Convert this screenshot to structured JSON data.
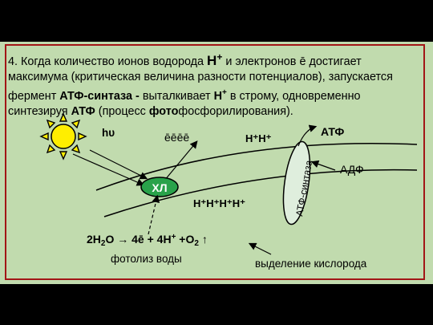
{
  "text": {
    "p_a": "4. Когда количество ионов водорода ",
    "p_h_sym": "Н",
    "p_h_sup": "+",
    "p_b": " и электронов ē достигает максимума (критическая величина разности потенциалов), запускается фермент ",
    "p_atp_synthase": "АТФ-синтаза - ",
    "p_c": "выталкивает ",
    "p_hp": "Н",
    "p_hp_sup": "+",
    "p_d": " в строму, одновременно синтезируя ",
    "p_atp": "АТФ",
    "p_e": " (процесс ",
    "p_foto": "фото",
    "p_f": "фосфорилирования)."
  },
  "diagram": {
    "hv": "hυ",
    "electrons": "ēēēē",
    "h_out": "Н⁺Н⁺",
    "atp": "АТФ",
    "adp": "АДФ",
    "chl": "ХЛ",
    "synthase": "АТФ-синтаза",
    "h_in": "Н⁺Н⁺Н⁺Н⁺",
    "photolysis": "фотолиз воды",
    "oxygen_release": "выделение кислорода"
  },
  "equation": {
    "lhs": "2H₂O → 4ē + 4H⁺ + O₂ ↑"
  },
  "colors": {
    "background": "#c1dbae",
    "frame": "#a21616",
    "sun": "#ffee00",
    "chl": "#29a24a",
    "atp_synthase": "#dfeedd"
  }
}
